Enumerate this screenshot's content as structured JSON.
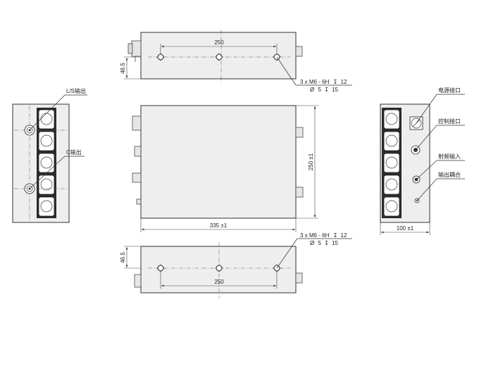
{
  "top_view": {
    "dim_hole_span": "250",
    "dim_height": "46.5",
    "hole_note_line1": "3 x M6 - 6H",
    "hole_note_depth1": "12",
    "hole_note_line2": "5",
    "hole_note_depth2": "15"
  },
  "left_view": {
    "label_ls_output": "L/S输出",
    "label_c_output": "C输出"
  },
  "front_view": {
    "dim_length": "335 ±1",
    "dim_width": "250 ±1"
  },
  "right_view": {
    "label_power": "电源接口",
    "label_control": "控制接口",
    "label_rf_input": "射频输入",
    "label_coupling": "输出耦合",
    "dim_width": "100 ±1"
  },
  "bottom_view": {
    "dim_hole_span": "250",
    "dim_height": "46.5",
    "hole_note_line1": "3 x M6 - 6H",
    "hole_note_depth1": "12",
    "hole_note_line2": "5",
    "hole_note_depth2": "15"
  },
  "symbols": {
    "diameter": "Ø",
    "depth": "↧"
  }
}
